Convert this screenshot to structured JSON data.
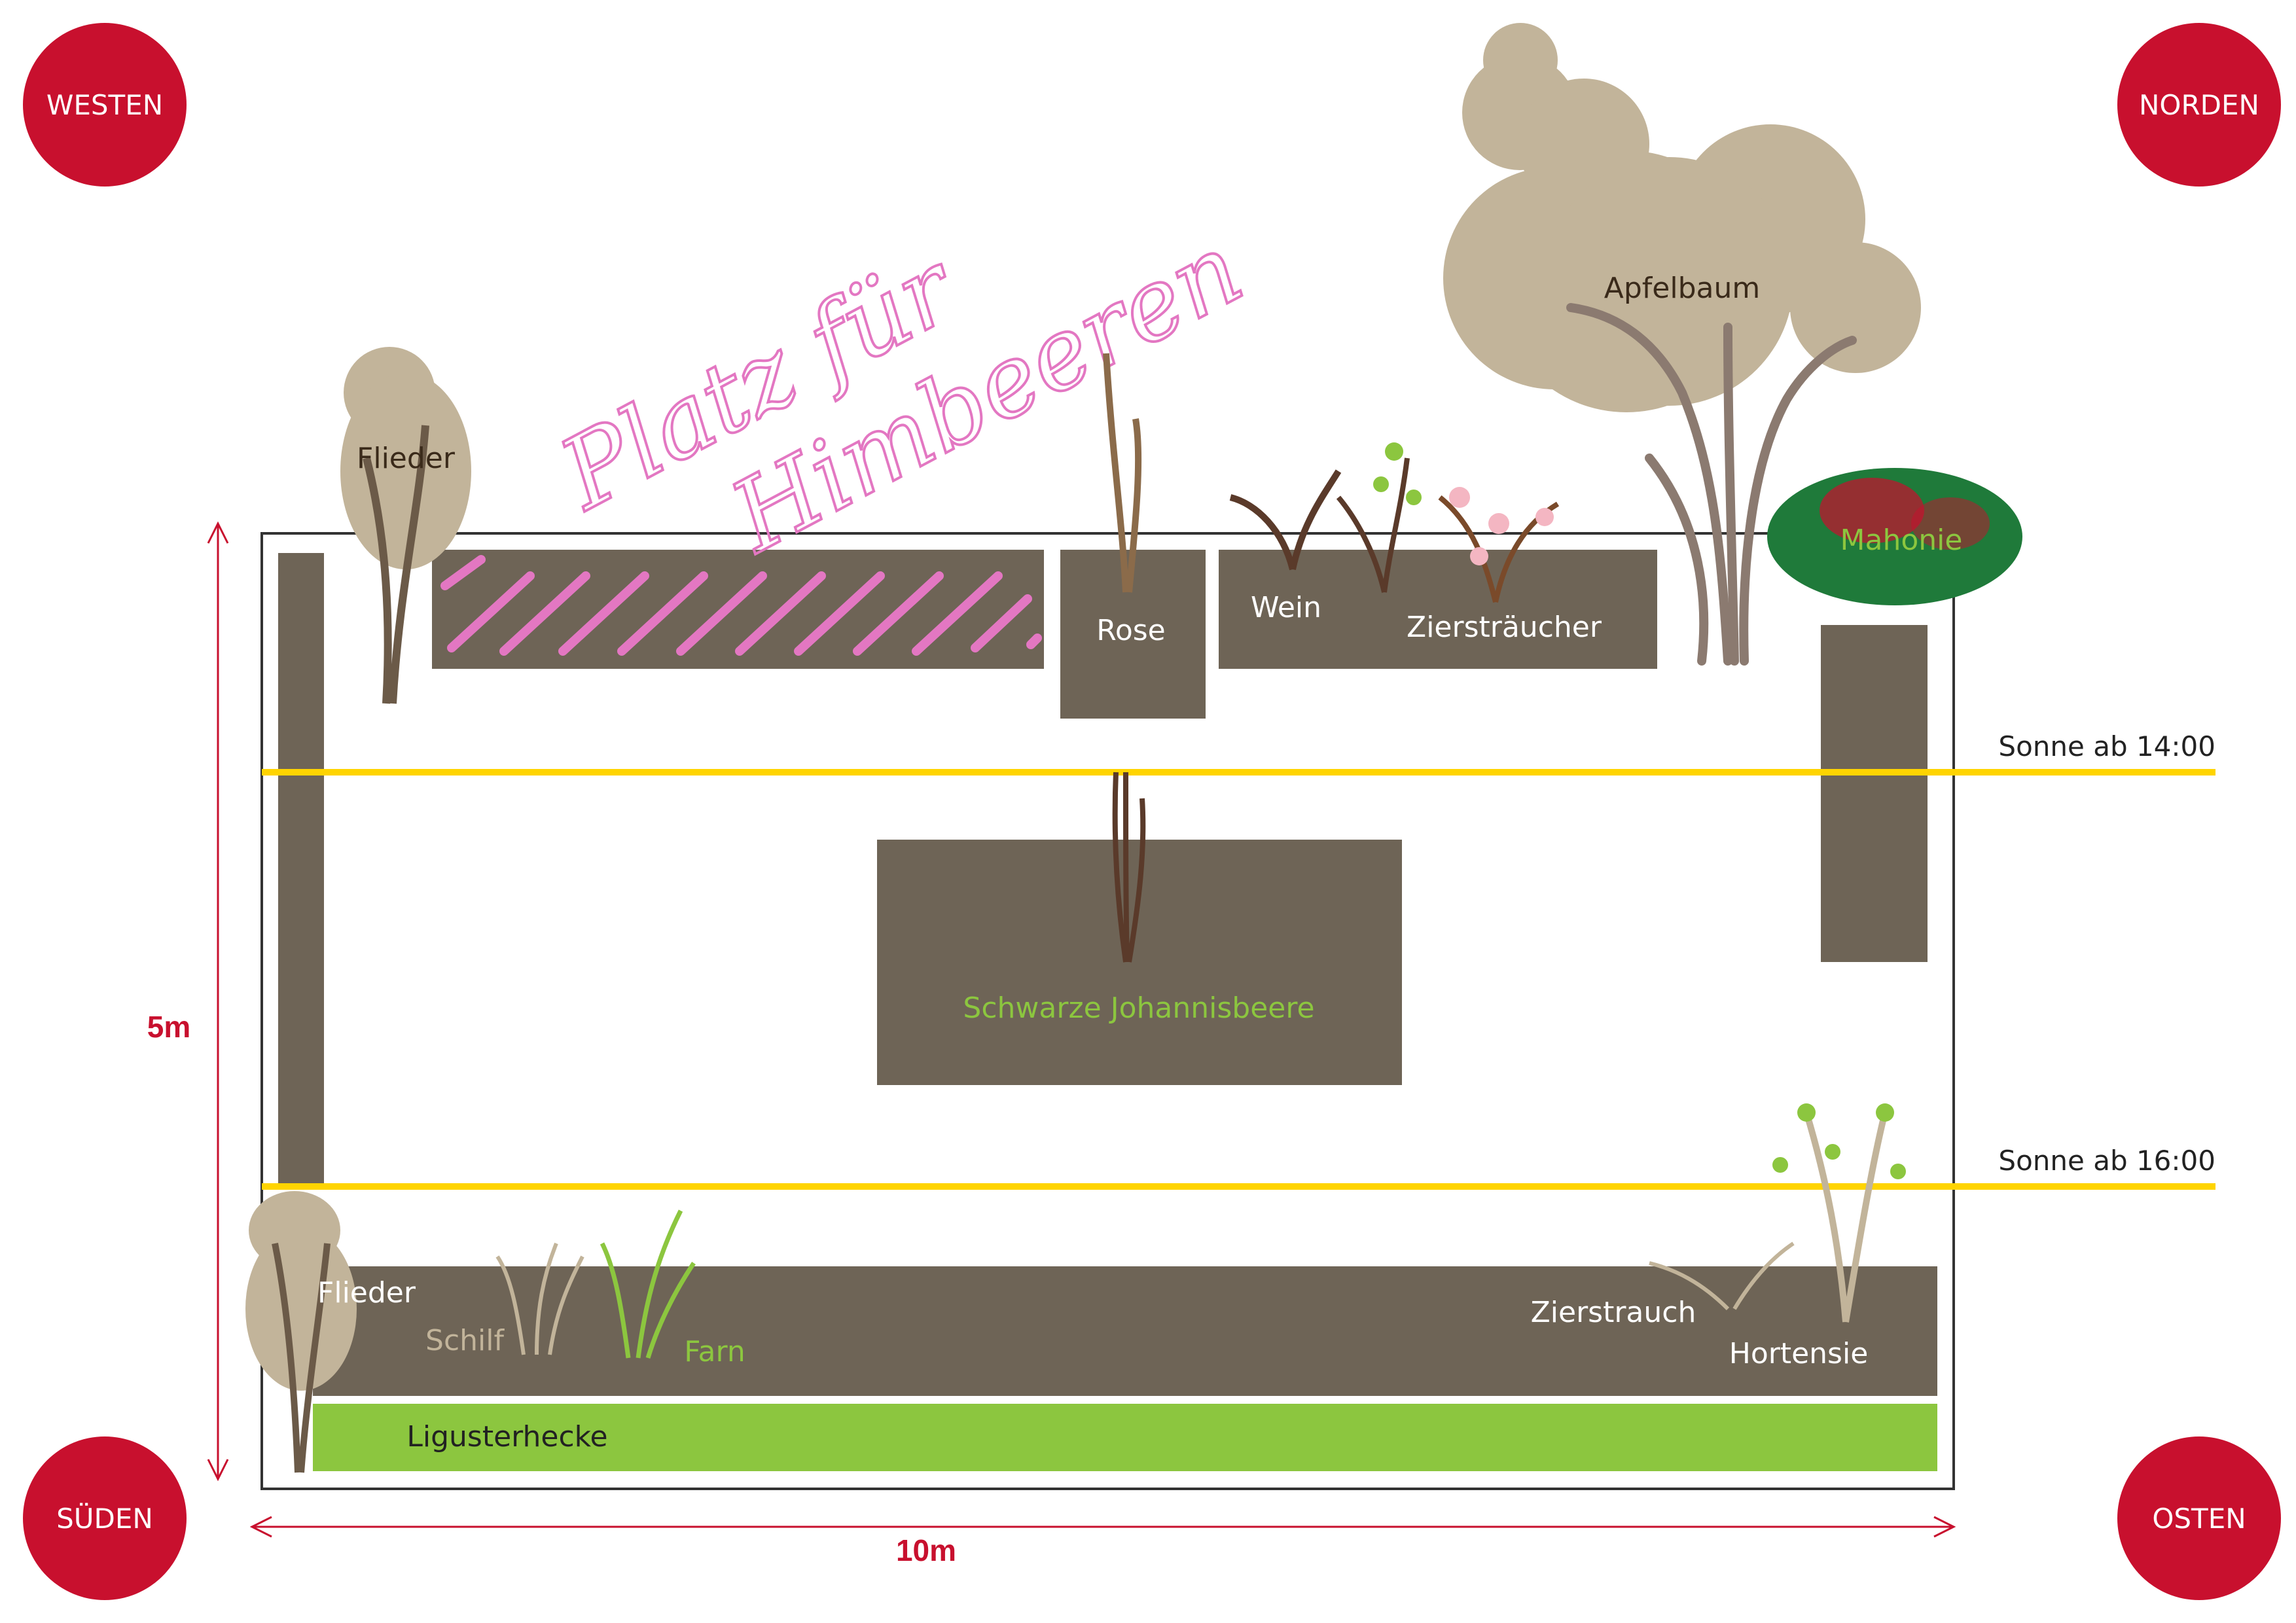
{
  "colors": {
    "compass_red": "#c8102e",
    "bed_brown": "#6e6456",
    "hedge_green": "#8cc63f",
    "sun_line_yellow": "#ffd400",
    "raspberry_pink": "#e377c2",
    "tree_crown_beige": "#c2b49a",
    "mahonie_green": "#1f7a3a",
    "dimension_red": "#c8102e"
  },
  "compass": {
    "west": "WESTEN",
    "north": "NORDEN",
    "south": "SÜDEN",
    "east": "OSTEN"
  },
  "dimensions": {
    "height": "5m",
    "width": "10m"
  },
  "sun_lines": {
    "line1": "Sonne ab 14:00",
    "line2": "Sonne ab 16:00"
  },
  "handwritten_note": {
    "line1": "Platz für",
    "line2": "Himbeeren"
  },
  "plants": {
    "flieder_top": "Flieder",
    "apfelbaum": "Apfelbaum",
    "rose": "Rose",
    "wein": "Wein",
    "ziersträucher": "Ziersträucher",
    "mahonie": "Mahonie",
    "schwarze_johannisbeere": "Schwarze Johannisbeere",
    "flieder_bottom": "Flieder",
    "schilf": "Schilf",
    "farn": "Farn",
    "zierstrauch": "Zierstrauch",
    "hortensie": "Hortensie",
    "ligusterhecke": "Ligusterhecke"
  },
  "icons": {
    "tree": "tree-icon",
    "shrub": "shrub-icon",
    "grass": "grass-icon",
    "arrow": "dimension-arrow-icon"
  }
}
